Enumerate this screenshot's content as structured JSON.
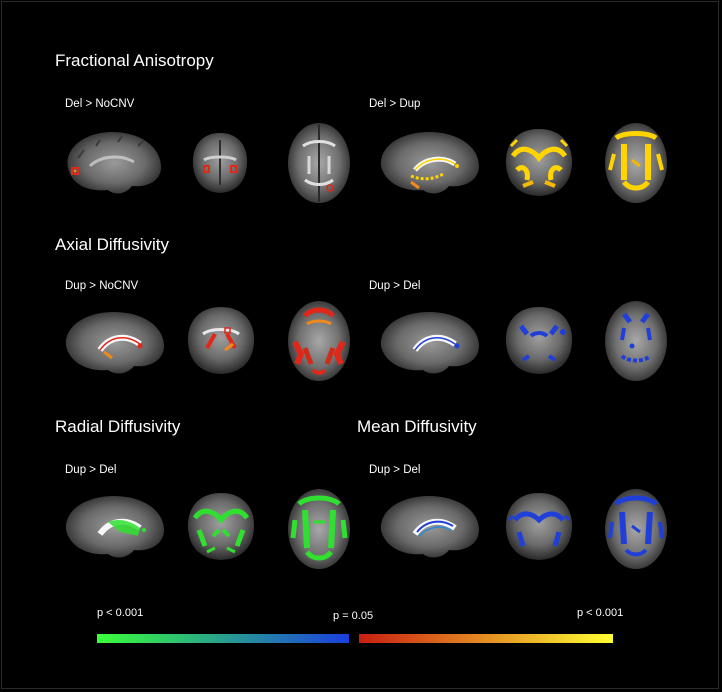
{
  "sections": {
    "fa": {
      "title": "Fractional Anisotropy",
      "left": "Del > NoCNV",
      "right": "Del > Dup"
    },
    "ad": {
      "title": "Axial Diffusivity",
      "left": "Dup > NoCNV",
      "right": "Dup > Del"
    },
    "rd": {
      "title": "Radial Diffusivity",
      "sub": "Dup > Del"
    },
    "md": {
      "title": "Mean Diffusivity",
      "sub": "Dup > Del"
    }
  },
  "colorbar": {
    "left_label": "p < 0.001",
    "mid_label": "p = 0.05",
    "right_label": "p < 0.001",
    "cool_gradient": [
      "#39ff3a",
      "#1a3fe0"
    ],
    "warm_gradient": [
      "#c81e12",
      "#ffff33"
    ]
  },
  "overlay_colors": {
    "red": "#e0281a",
    "orange": "#f08a1c",
    "yellow": "#ffd400",
    "blue": "#1f3fd8",
    "green": "#30e030"
  }
}
